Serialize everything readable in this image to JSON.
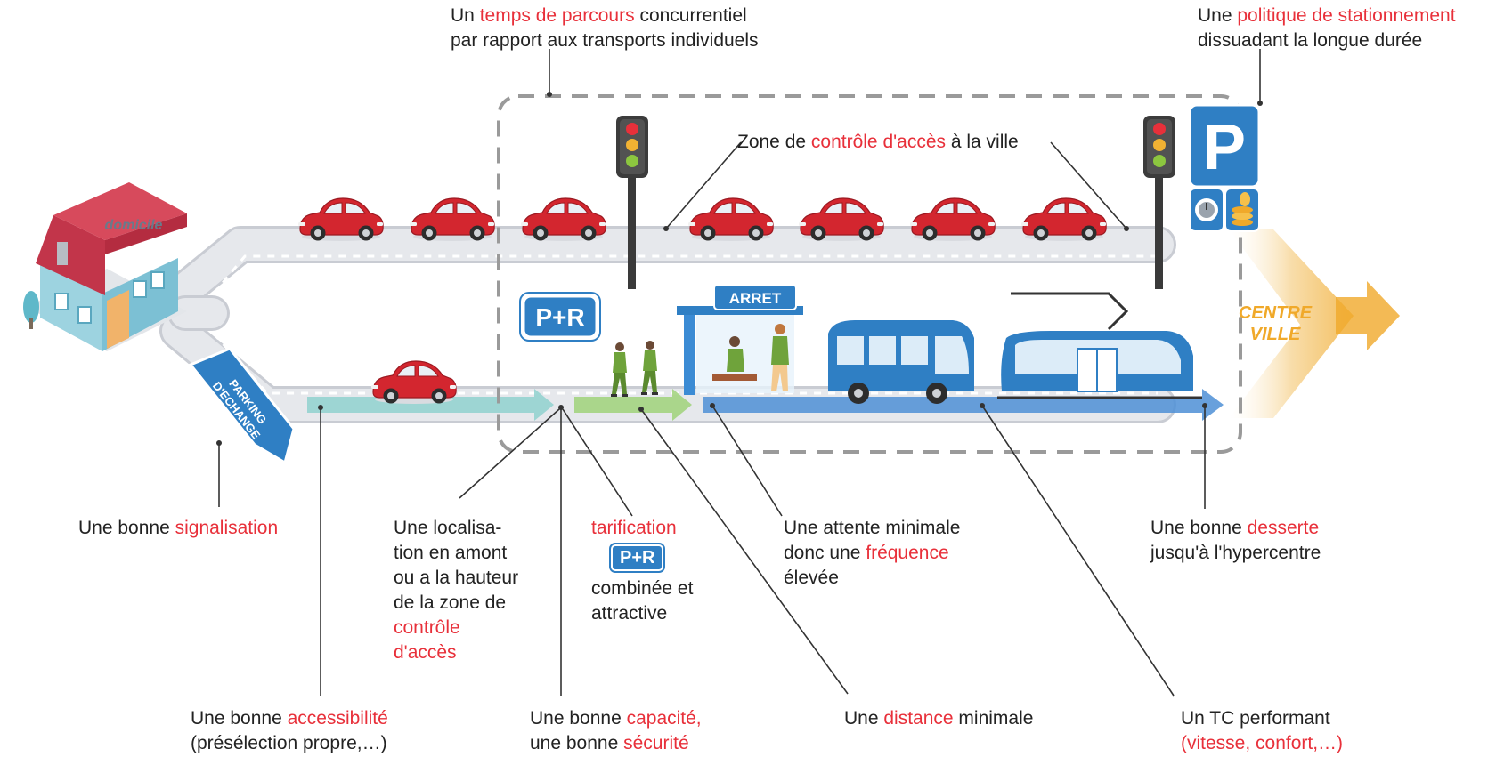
{
  "colors": {
    "accent_red": "#e8303a",
    "road": "#e6e8ec",
    "road_edge": "#c9ccd3",
    "transit_blue": "#2f7fc4",
    "car_red": "#d3262f",
    "dashed_zone": "#9a9a9a",
    "centre_ville": "#f0a92a",
    "walk_green": "#9fd27a",
    "car_lane_teal": "#8fd1cf"
  },
  "scene_text": {
    "domicile": "domicile",
    "parking_echange": [
      "PARKING",
      "D'ECHANGE"
    ],
    "pr_sign": "P+R",
    "arret": "ARRET",
    "parking_sign": "P",
    "centre_ville": [
      "CENTRE",
      "VILLE"
    ]
  },
  "labels": {
    "temps_parcours": {
      "a": "Un ",
      "b": "temps de parcours",
      "c": " concurrentiel",
      "d": "par rapport aux transports individuels"
    },
    "politique": {
      "a": "Une ",
      "b": "politique de stationnement",
      "c": "dissuadant la longue durée"
    },
    "zone_controle": {
      "a": "Zone de ",
      "b": "contrôle d'accès",
      "c": " à la ville"
    },
    "signalisation": {
      "a": "Une bonne ",
      "b": "signalisation"
    },
    "localisation": {
      "l1": "Une localisa-",
      "l2": "tion en amont",
      "l3": "ou a la hauteur",
      "l4": "de la zone de",
      "l5": "contrôle",
      "l6": "d'accès"
    },
    "tarification": {
      "l1": "tarification",
      "pr": "P+R",
      "l2": "combinée et",
      "l3": "attractive"
    },
    "attente": {
      "l1": "Une attente minimale",
      "l2a": "donc une ",
      "l2b": "fréquence",
      "l3": "élevée"
    },
    "desserte": {
      "a": "Une bonne ",
      "b": "desserte",
      "c": "jusqu'à l'hypercentre"
    },
    "accessibilite": {
      "a": "Une bonne ",
      "b": "accessibilité",
      "c": "(présélection propre,…)"
    },
    "capacite": {
      "a": "Une bonne ",
      "b": "capacité,",
      "c": "une bonne ",
      "d": "sécurité"
    },
    "distance": {
      "a": "Une ",
      "b": "distance",
      "c": " minimale"
    },
    "tc": {
      "a": "Un TC performant",
      "b": "(vitesse, confort,…)"
    }
  }
}
